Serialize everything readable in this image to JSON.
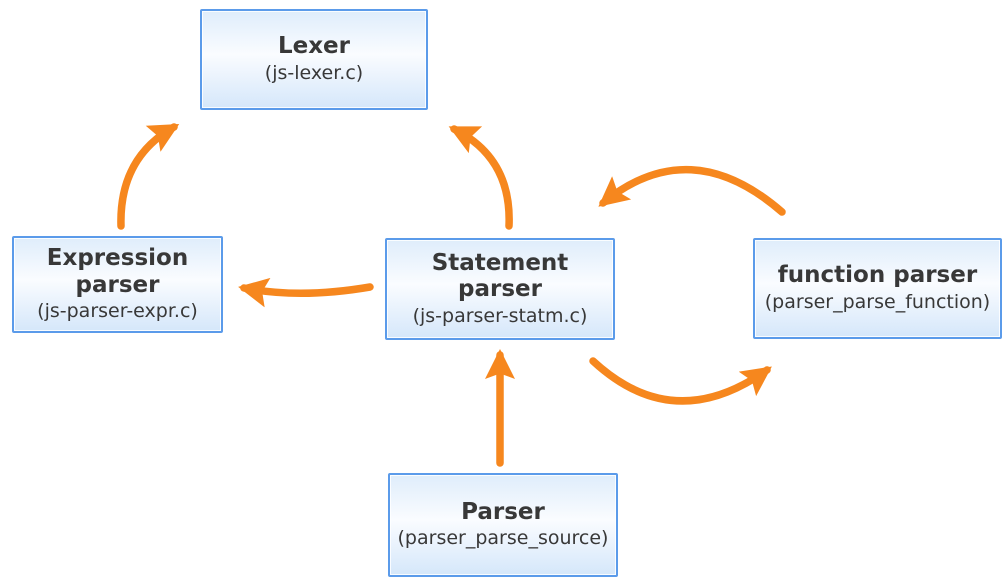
{
  "diagram": {
    "nodes": [
      {
        "id": "lexer",
        "title": "Lexer",
        "subtitle": "(js-lexer.c)"
      },
      {
        "id": "expression-parser",
        "title": "Expression parser",
        "subtitle": "(js-parser-expr.c)"
      },
      {
        "id": "statement-parser",
        "title": "Statement parser",
        "subtitle": "(js-parser-statm.c)"
      },
      {
        "id": "function-parser",
        "title": "function parser",
        "subtitle": "(parser_parse_function)"
      },
      {
        "id": "parser",
        "title": "Parser",
        "subtitle": "(parser_parse_source)"
      }
    ],
    "edges": [
      {
        "from": "expression-parser",
        "to": "lexer"
      },
      {
        "from": "statement-parser",
        "to": "lexer"
      },
      {
        "from": "statement-parser",
        "to": "expression-parser"
      },
      {
        "from": "function-parser",
        "to": "statement-parser"
      },
      {
        "from": "statement-parser",
        "to": "function-parser"
      },
      {
        "from": "parser",
        "to": "statement-parser"
      }
    ],
    "colors": {
      "arrow": "#F6871E",
      "node_border": "#5B9BEA",
      "node_fill_top": "#DFEDFB",
      "node_fill_mid": "#FAFCFF",
      "node_fill_bottom": "#D5E7FA",
      "text": "#383838",
      "background": "#FFFFFF"
    }
  }
}
